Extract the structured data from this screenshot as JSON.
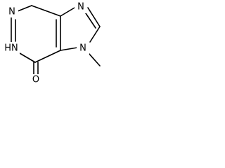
{
  "diagram": {
    "type": "chemical-structure",
    "atoms": {
      "n_pyridazine_top": "N",
      "nh_pyridazine": "HN",
      "n_imidazole_top": "N",
      "n_imidazole_methyl": "N",
      "o_carbonyl": "O"
    },
    "colors": {
      "bond": "#000000",
      "label": "#000000",
      "background": "#ffffff"
    }
  }
}
